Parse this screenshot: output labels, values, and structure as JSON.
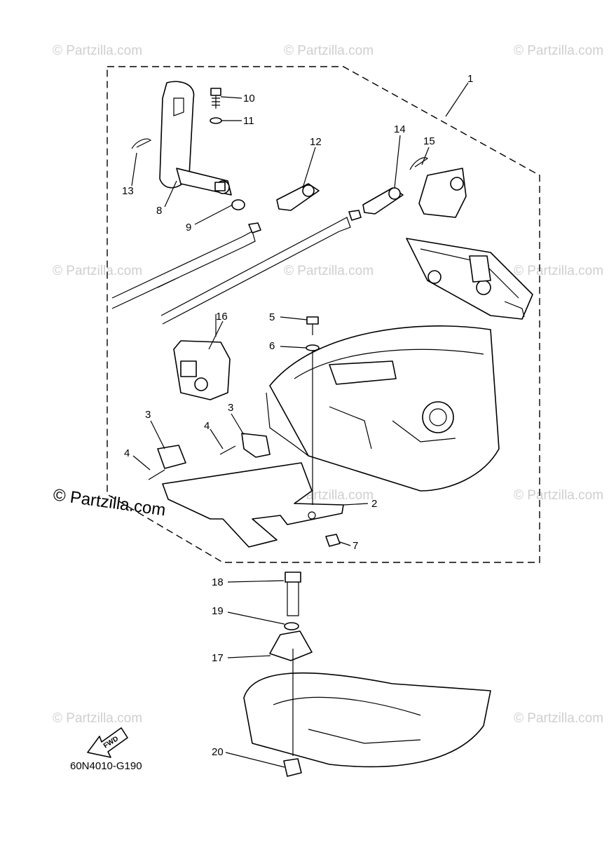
{
  "diagram": {
    "catalog_code": "60N4010-G190",
    "direction_label": "FWD",
    "watermark_main": "© Partzilla.com",
    "watermark_repeat": "© Partzilla.com",
    "callouts": {
      "c1": "1",
      "c2": "2",
      "c3a": "3",
      "c3b": "3",
      "c4a": "4",
      "c4b": "4",
      "c5": "5",
      "c6": "6",
      "c7": "7",
      "c8": "8",
      "c9": "9",
      "c10": "10",
      "c11": "11",
      "c12": "12",
      "c13": "13",
      "c14": "14",
      "c15": "15",
      "c16": "16",
      "c17": "17",
      "c18": "18",
      "c19": "19",
      "c20": "20"
    }
  }
}
